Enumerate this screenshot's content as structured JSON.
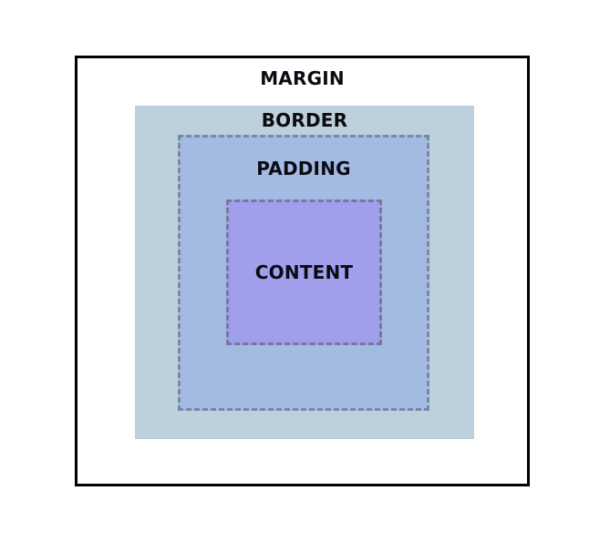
{
  "diagram": {
    "margin_label": "MARGIN",
    "border_label": "BORDER",
    "padding_label": "PADDING",
    "content_label": "CONTENT"
  },
  "colors": {
    "margin_outline": "#000000",
    "border_fill": "#bdd1dc",
    "padding_fill": "#a3bbe2",
    "content_fill": "#9f9fec",
    "dashed_outline": "#7c87a7",
    "text": "#0b0b14"
  }
}
